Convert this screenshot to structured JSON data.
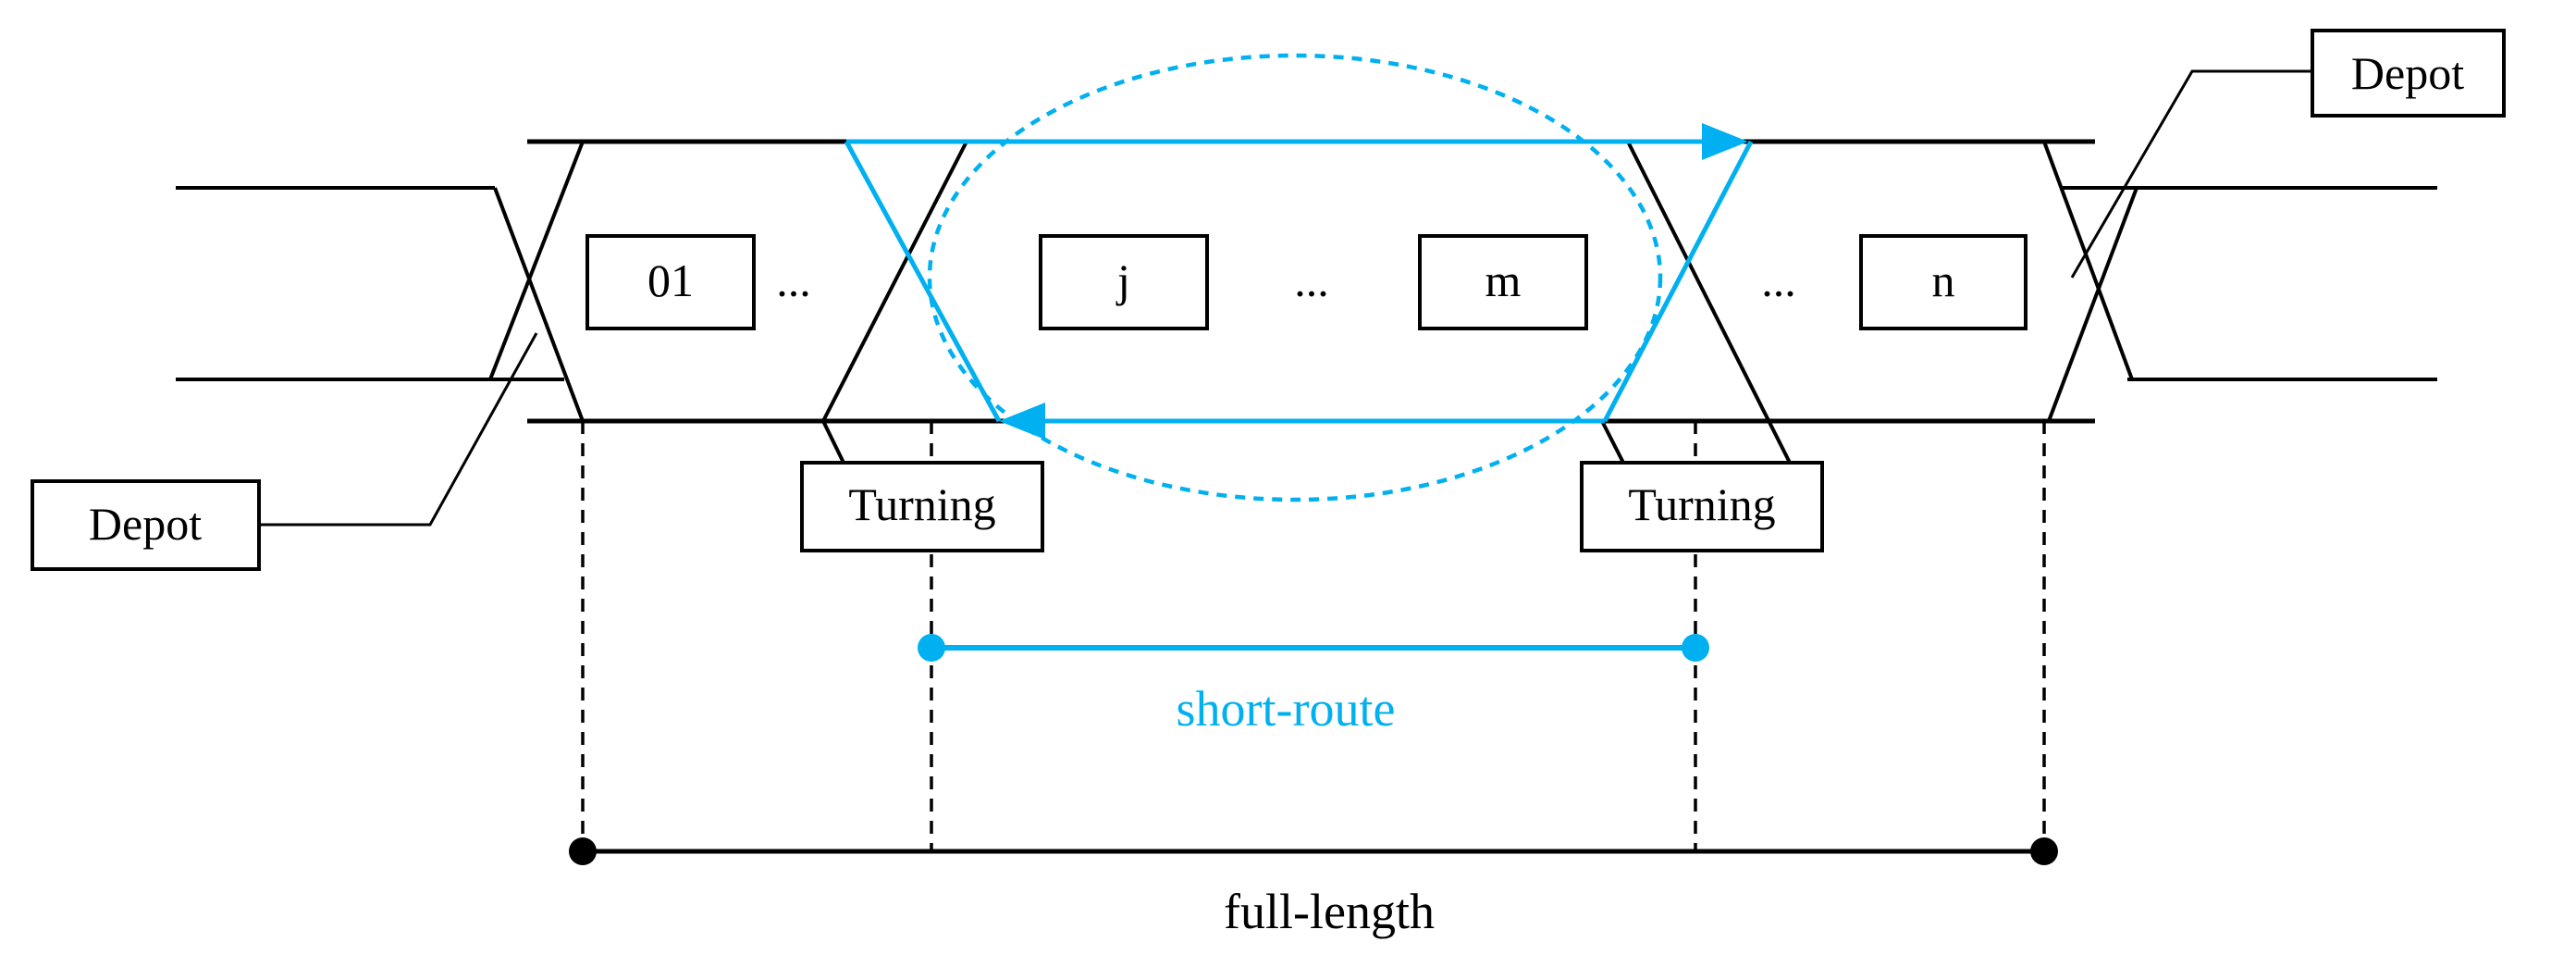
{
  "depots": {
    "left_label": "Depot",
    "right_label": "Depot"
  },
  "stations": {
    "s01": "01",
    "sj": "j",
    "sm": "m",
    "sn": "n"
  },
  "ellipses": {
    "e1": "...",
    "e2": "...",
    "e3": "..."
  },
  "turning": {
    "left_label": "Turning",
    "right_label": "Turning"
  },
  "routes": {
    "short_label": "short-route",
    "full_label": "full-length"
  },
  "colors": {
    "short_route": "#00b0f0",
    "line": "#000000"
  }
}
